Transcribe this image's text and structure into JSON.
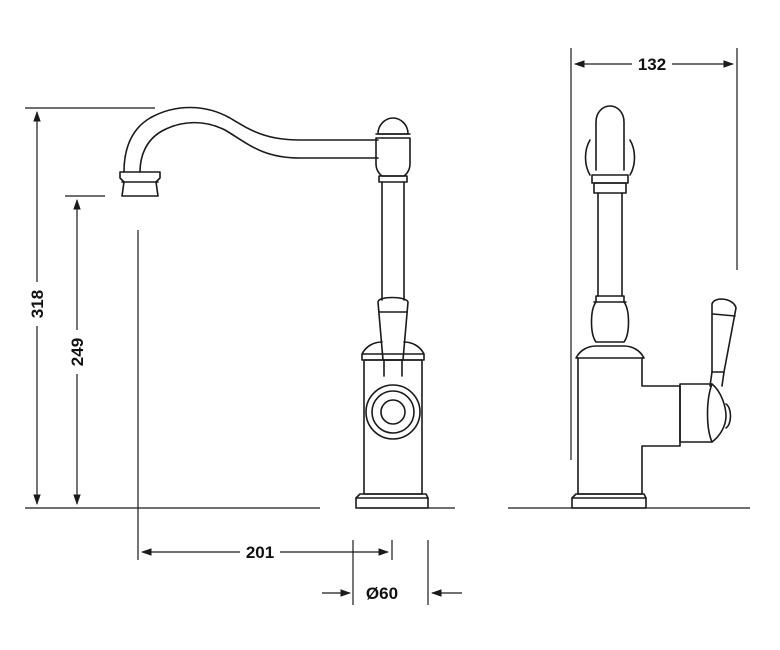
{
  "dimensions": {
    "total_height": "318",
    "spout_height": "249",
    "spout_reach": "201",
    "base_diameter": "Ø60",
    "side_width": "132"
  }
}
